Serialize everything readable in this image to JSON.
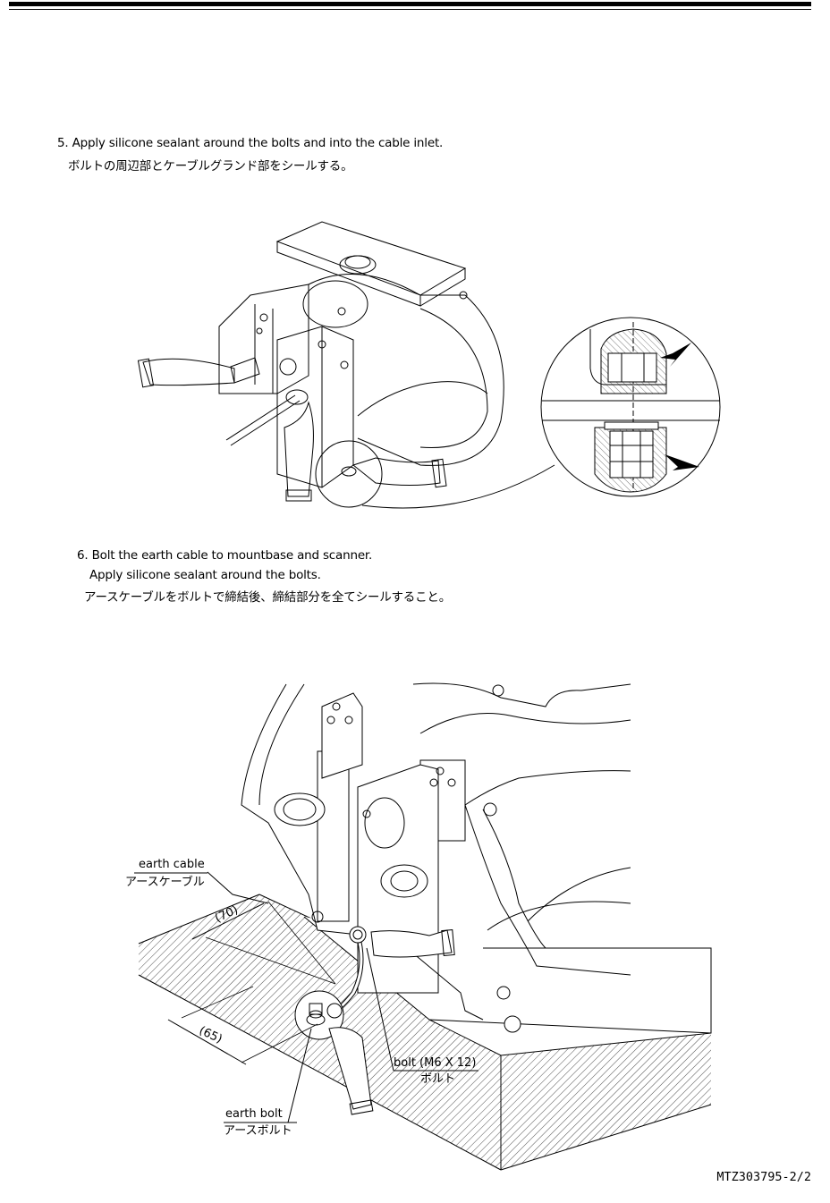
{
  "step5": {
    "en": "5. Apply silicone sealant around the bolts and into the cable inlet.",
    "ja": "ボルトの周辺部とケーブルグランド部をシールする。"
  },
  "step6": {
    "en1": "6. Bolt the earth cable to mountbase and scanner.",
    "en2": "Apply silicone sealant around the bolts.",
    "ja": "アースケーブルをボルトで締結後、締結部分を全てシールすること。"
  },
  "labels": {
    "earth_cable_en": "earth cable",
    "earth_cable_ja": "アースケーブル",
    "dim_70": "(70)",
    "dim_65": "(65)",
    "bolt_en": "bolt (M6 X 12)",
    "bolt_ja": "ボルト",
    "earth_bolt_en": "earth bolt",
    "earth_bolt_ja": "アースボルト"
  },
  "footer": "MTZ303795-2/2"
}
